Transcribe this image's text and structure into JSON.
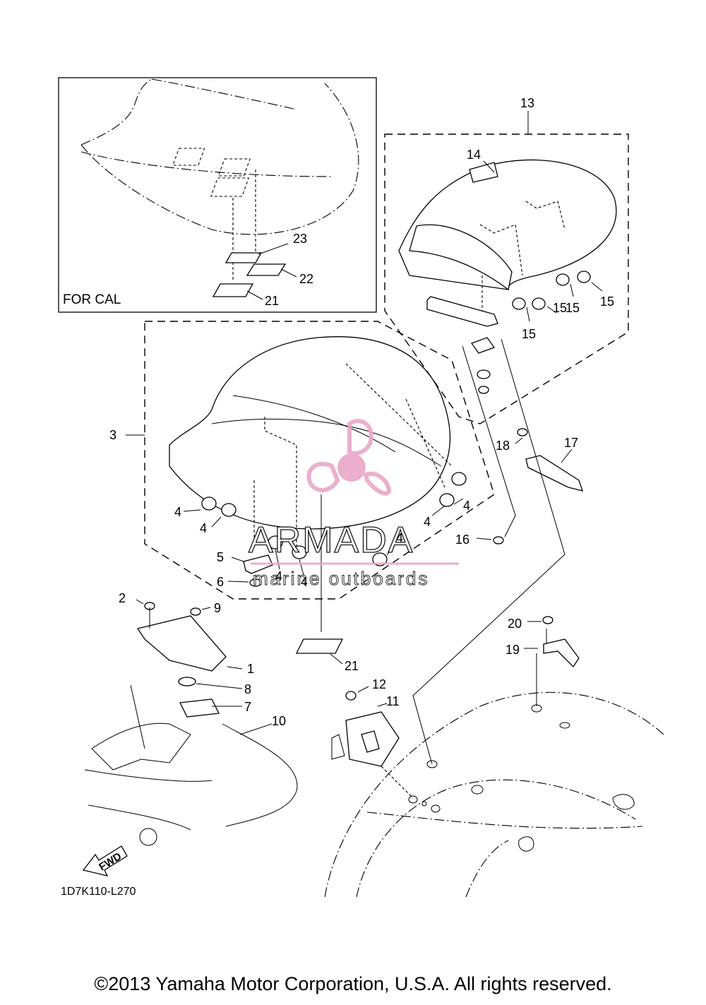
{
  "inset": {
    "label": "FOR CAL"
  },
  "callouts": {
    "c1": "1",
    "c2": "2",
    "c3": "3",
    "c4": "4",
    "c5": "5",
    "c6": "6",
    "c7": "7",
    "c8": "8",
    "c9": "9",
    "c10": "10",
    "c11": "11",
    "c12": "12",
    "c13": "13",
    "c14": "14",
    "c15": "15",
    "c16": "16",
    "c17": "17",
    "c18": "18",
    "c19": "19",
    "c20": "20",
    "c21": "21",
    "c22": "22",
    "c23": "23"
  },
  "fwd_label": "FWD",
  "diagram_code": "1D7K110-L270",
  "watermark": {
    "brand": "ARMADA",
    "tagline": "marine outboards",
    "color": "#e9a7c8"
  },
  "copyright": "©2013 Yamaha Motor Corporation, U.S.A. All rights reserved."
}
